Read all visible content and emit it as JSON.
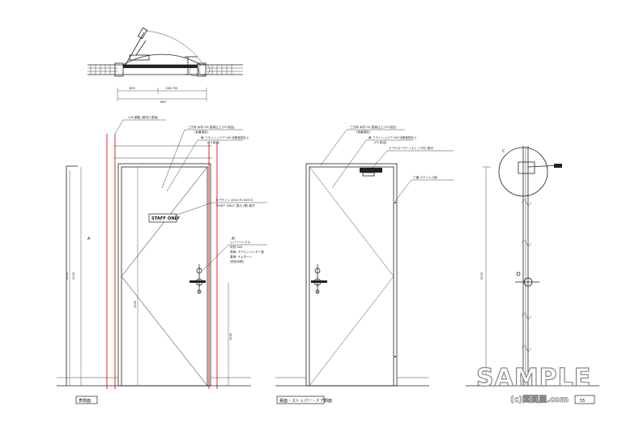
{
  "views": {
    "front_label": "表側面",
    "back_label": "裏面・ストッパー・ドア側面",
    "side_label": "C"
  },
  "notes": {
    "top_frame": "1.6t 鋼板 (焼付け塗装)",
    "front_1a": "三方枠  木材    OS-塗装仕上  (F4 相当)",
    "front_1b": "(色番指定)",
    "front_2a": "扉   フラッシュドア  t40 化粧板貼仕上",
    "front_2b": "(F4 相当)",
    "front_3a": "ドアサイン  200×70  SUS  t1",
    "front_3b": "\"STAFF ONLY\" 表示 (黒) 取付",
    "front_4a": "レバーハンドル",
    "front_4b": "材質  SUS",
    "front_4c": "表側: ホテルシリンダー錠",
    "front_4d": "裏側: サムターン",
    "front_4e": "(防犯対策)",
    "back_1a": "三方枠  木材    OS-塗装仕上  (F4 相当)",
    "back_1b": "(色番指定)",
    "back_2a": "扉   フラッシュドア  t40 化粧板貼仕上",
    "back_2b": "(F4 相当)",
    "back_3": "ドアクローザー  (ストップ付)  取付",
    "back_4": "丁番   ステンレス製",
    "staff_sign": "STAFF ONLY",
    "dim_A": "A",
    "dim_A2": "A'",
    "plan_dim_1": "800",
    "plan_dim_2": "DW-750",
    "plan_dim_3": "860",
    "dim_2100": "2100",
    "dim_1000": "1000",
    "dim_h2": "2000",
    "dim_side": "2000"
  },
  "watermark": {
    "main": "SAMPLE",
    "sub": "(c)図面屋.com"
  },
  "page_number": "55"
}
